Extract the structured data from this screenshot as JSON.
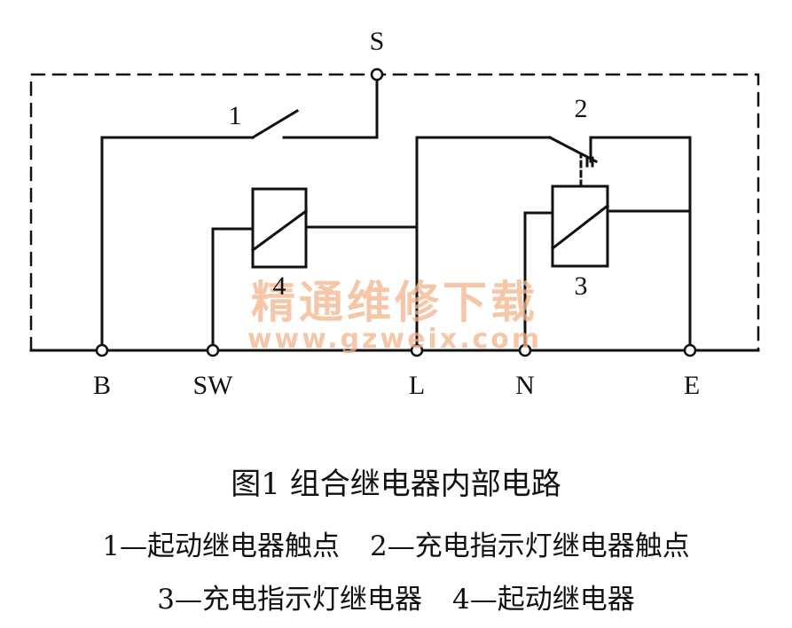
{
  "terminals": {
    "s": "S",
    "b": "B",
    "sw": "SW",
    "l": "L",
    "n": "N",
    "e": "E"
  },
  "component_labels": {
    "c1": "1",
    "c2": "2",
    "c3": "3",
    "c4": "4"
  },
  "watermark": {
    "text": "精通维修下载",
    "url": "www.gzweix.com",
    "color": "#f2b48a"
  },
  "caption": {
    "title": "图1  组合继电器内部电路",
    "legend_1": "1—起动继电器触点",
    "legend_2": "2—充电指示灯继电器触点",
    "legend_3": "3—充电指示灯继电器",
    "legend_4": "4—起动继电器"
  }
}
